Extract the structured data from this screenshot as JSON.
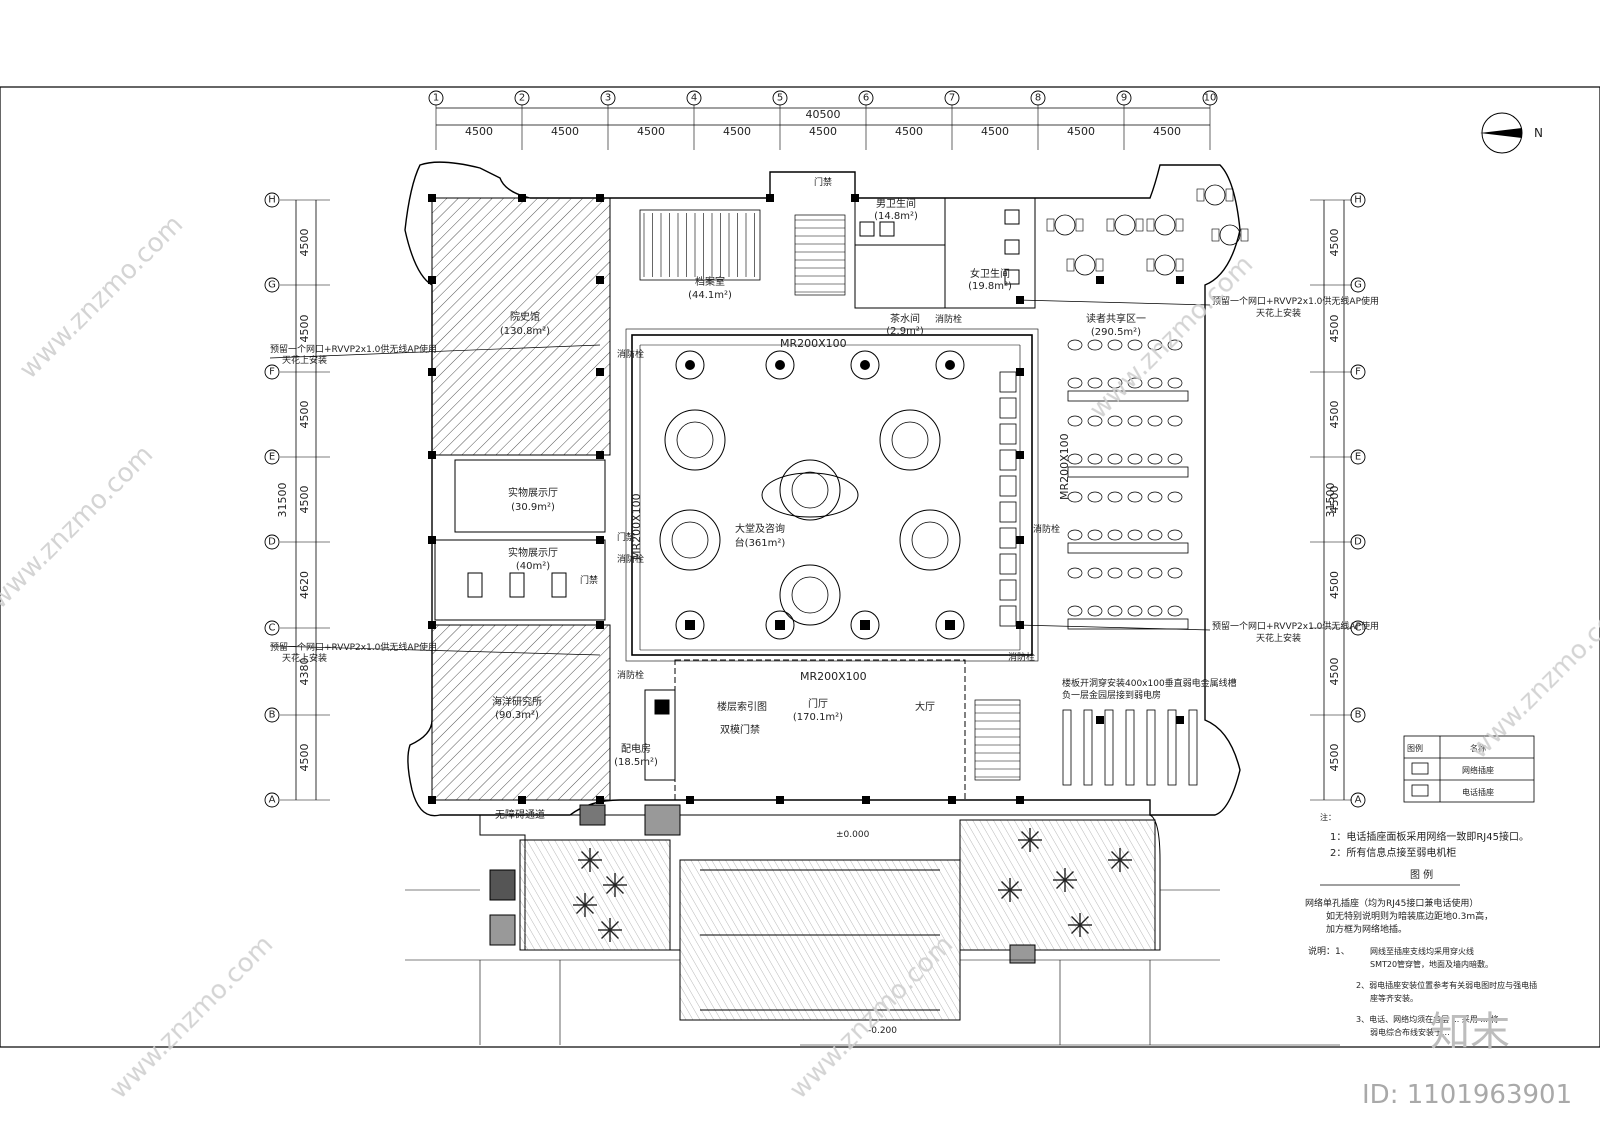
{
  "grid": {
    "columns": [
      "1",
      "2",
      "3",
      "4",
      "5",
      "6",
      "7",
      "8",
      "9",
      "10"
    ],
    "rows": [
      "H",
      "G",
      "F",
      "E",
      "D",
      "C",
      "B",
      "A"
    ],
    "top_total": "40500",
    "top_spans": [
      "4500",
      "4500",
      "4500",
      "4500",
      "4500",
      "4500",
      "4500",
      "4500",
      "4500"
    ],
    "left_total": "31500",
    "left_spans": [
      "4500",
      "4500",
      "4500",
      "4500",
      "4620",
      "4380",
      "4500"
    ],
    "right_total": "31500",
    "right_spans": [
      "4500",
      "4500",
      "4500",
      "4500",
      "4500",
      "4500",
      "4500"
    ]
  },
  "rooms": {
    "history": "院史馆",
    "history_area": "(130.8m²)",
    "archive": "档案室",
    "archive_area": "(44.1m²)",
    "exhibit1": "实物展示厅",
    "exhibit1_area": "(30.9m²)",
    "exhibit2": "实物展示厅",
    "exhibit2_area": "(40m²)",
    "ocean": "海洋研究所",
    "ocean_area": "(90.3m²)",
    "hall": "大堂及咨询",
    "hall2": "台(361m²)",
    "foyer": "门厅",
    "foyer_area": "(170.1m²)",
    "floor_index": "楼层索引图",
    "double_door": "双模门禁",
    "power": "配电房",
    "power_area": "(18.5m²)",
    "male_wc": "男卫生间",
    "male_wc_area": "(14.8m²)",
    "female_wc": "女卫生间",
    "female_wc_area": "(19.8m²)",
    "tea": "茶水间",
    "tea_area": "(2.9m²)",
    "reader": "读者共享区一",
    "reader_area": "(290.5m²)",
    "lobby": "大厅",
    "barrier_free": "无障碍通道"
  },
  "labels": {
    "hydrant": "消防栓",
    "access": "门禁",
    "cable_top": "MR200X100",
    "cable_left": "MR200X100",
    "cable_right": "MR200X100",
    "cable_bottom": "MR200X100",
    "note_wifi1": "预留一个网口+RVVP2x1.0供无线AP使用",
    "note_wifi1b": "天花上安装",
    "note_wifi2": "预留一个网口+RVVP2x1.0供无线AP使用",
    "note_wifi2b": "天花上安装",
    "note_wifi3": "预留一个网口+RVVP2x1.0供无线AP使用",
    "note_wifi3b": "天花上安装",
    "note_wifi4": "预留一个网口+RVVP2x1.0供无线AP使用",
    "note_wifi4b": "天花上安装",
    "note_slab": "楼板开洞穿安装400x100垂直弱电金属线槽",
    "note_slab2": "负一层金园层接到弱电房",
    "elev1": "±0.000",
    "elev2": "-0.200",
    "north": "N"
  },
  "legend": {
    "head_symbol": "图例",
    "head_name": "名称",
    "row1": "网络插座",
    "row2": "电话插座",
    "notes_title": "注：",
    "note1": "1：电话插座面板采用网络一致即RJ45接口。",
    "note2": "2：所有信息点接至弱电机柜",
    "section_title": "图    例",
    "sym_desc": "网络单孔插座（均为RJ45接口兼电话使用）",
    "sym_desc2": "如无特别说明则为暗装底边距地0.3m高，",
    "sym_desc3": "加方框为网络地插。",
    "explain": "说明：1、",
    "explain1": "网线至插座支线均采用穿火线",
    "explain1b": "SMT20管穿管，地面及墙内暗敷。",
    "explain2": "2、弱电插座安装位置参考有关弱电图时应与强电插",
    "explain2b": "座等齐安装。",
    "explain3": "3、电话、网络均须在各层 ... 采用 ... 将",
    "explain3b": "弱电综合布线安装于..."
  },
  "watermark": {
    "brand": "知末",
    "id": "ID: 1101963901",
    "site": "www.znzmo.com"
  }
}
